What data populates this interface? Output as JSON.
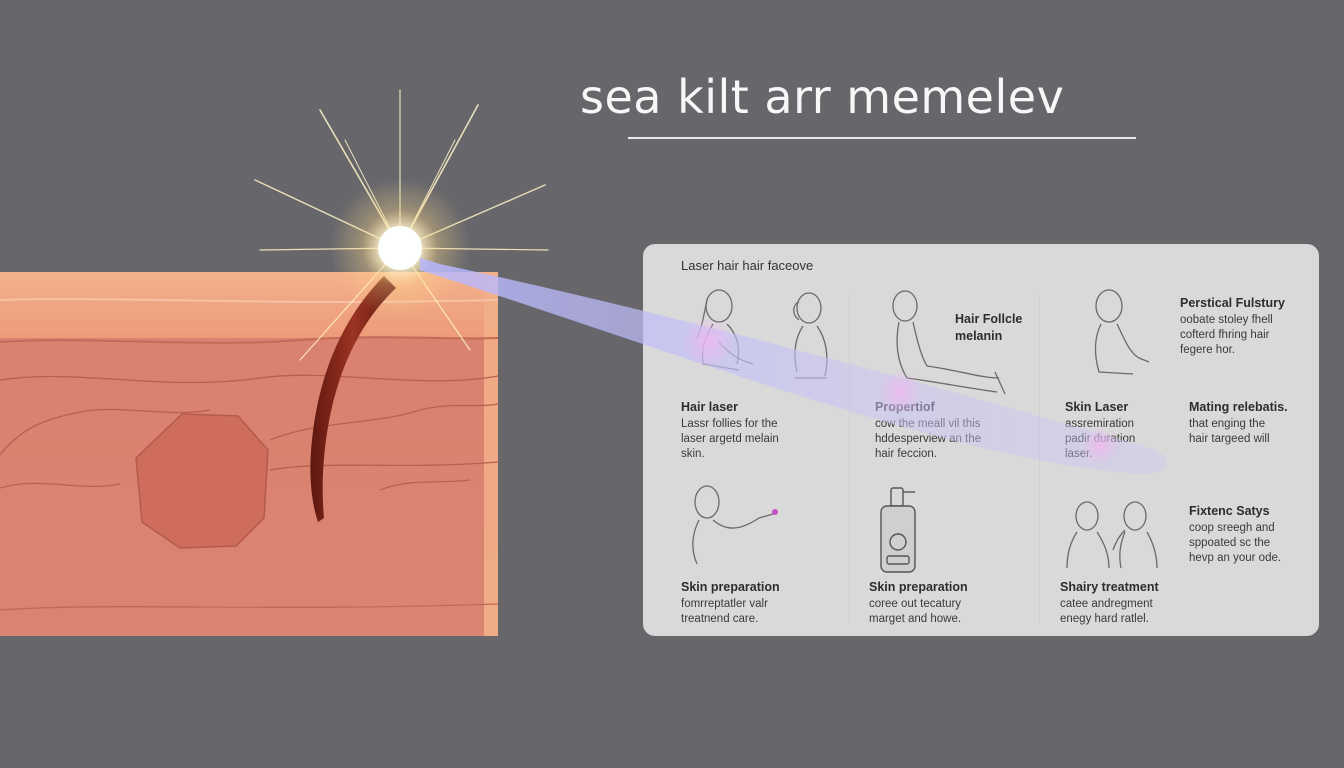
{
  "title": "sea kilt arr memelev",
  "panel": {
    "title": "Laser hair hair faceove",
    "cells": [
      {
        "id": "hair-folicle",
        "heading": "Hair Follcle",
        "lines": [
          "melanin"
        ]
      },
      {
        "id": "persistical",
        "heading": "Perstical Fulstury",
        "lines": [
          "oobate stoley fhell",
          "cofterd fhring hair",
          "fegere hor."
        ]
      },
      {
        "id": "hair-laser",
        "heading": "Hair laser",
        "lines": [
          "Lassr follies for the",
          "laser argetd melain",
          "skin."
        ]
      },
      {
        "id": "properti",
        "heading": "Propertiof",
        "lines": [
          "cow the meall vil this",
          "hddesperview an the",
          "hair feccion."
        ]
      },
      {
        "id": "skin-laser",
        "heading": "Skin Laser",
        "lines": [
          "assremiration",
          "padir duration",
          "laser."
        ]
      },
      {
        "id": "mating",
        "heading": "Mating relebatis.",
        "lines": [
          "that enging the",
          "hair targeed will"
        ]
      },
      {
        "id": "fixtenc",
        "heading": "Fixtenc Satys",
        "lines": [
          "coop sreegh and",
          "sppoated sc the",
          "hevp an your ode."
        ]
      },
      {
        "id": "skin-prep-1",
        "heading": "Skin preparation",
        "lines": [
          "fomrreptatler valr",
          "treatnend care."
        ]
      },
      {
        "id": "skin-prep-2",
        "heading": "Skin preparation",
        "lines": [
          "coree out tecatury",
          "marget and howe."
        ]
      },
      {
        "id": "shairy",
        "heading": "Shairy treatment",
        "lines": [
          "catee andregment",
          "enegy hard ratlel."
        ]
      }
    ]
  },
  "colors": {
    "background": "#67676b",
    "panel": "#d9d9d9",
    "skin_top": "#f0a37e",
    "skin_body": "#d9826f",
    "hair": "#7a2418",
    "beam": "#a9a9f0",
    "flare": "#fff6d8"
  }
}
